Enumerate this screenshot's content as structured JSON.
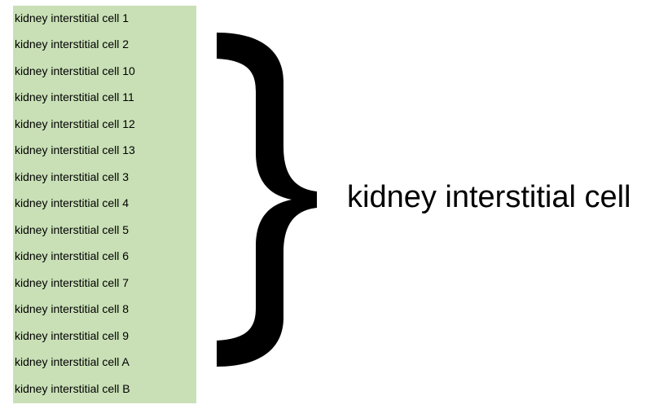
{
  "items": [
    "kidney interstitial cell 1",
    "kidney interstitial cell 2",
    "kidney interstitial cell 10",
    "kidney interstitial cell 11",
    "kidney interstitial cell 12",
    "kidney interstitial cell 13",
    "kidney interstitial cell 3",
    "kidney interstitial cell 4",
    "kidney interstitial cell 5",
    "kidney interstitial cell 6",
    "kidney interstitial cell 7",
    "kidney interstitial cell 8",
    "kidney interstitial cell 9",
    "kidney interstitial cell A",
    "kidney interstitial cell B"
  ],
  "group_label": "kidney interstitial cell",
  "colors": {
    "list_background": "#c9e0b6",
    "brace": "#000000",
    "text": "#000000"
  }
}
